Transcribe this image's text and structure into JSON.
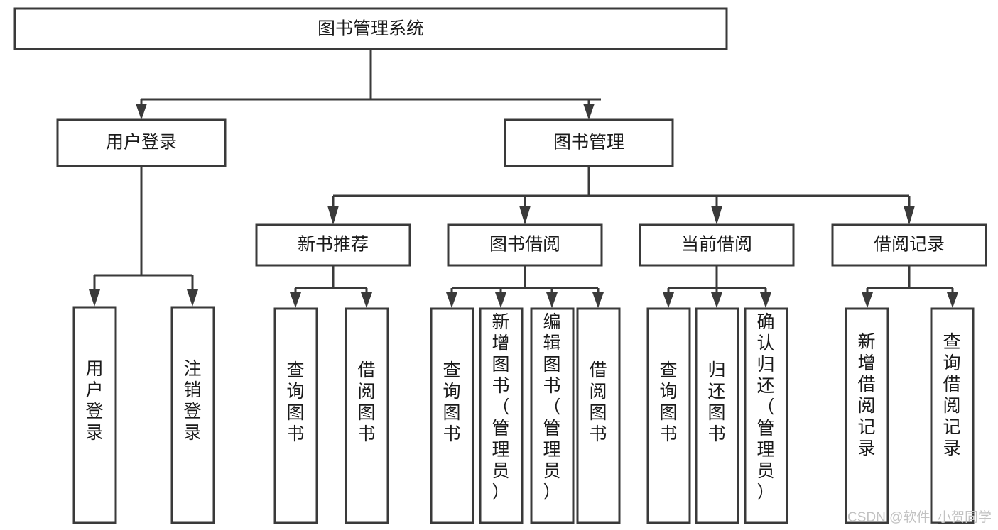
{
  "diagram": {
    "type": "tree-hierarchy",
    "title": "图书管理系统",
    "levels": {
      "root": {
        "label": "图书管理系统"
      },
      "level2": [
        {
          "id": "user-login",
          "label": "用户登录"
        },
        {
          "id": "book-management",
          "label": "图书管理"
        }
      ],
      "level3": [
        {
          "id": "new-book-recommend",
          "label": "新书推荐",
          "parent": "book-management"
        },
        {
          "id": "book-borrow",
          "label": "图书借阅",
          "parent": "book-management"
        },
        {
          "id": "current-borrow",
          "label": "当前借阅",
          "parent": "book-management"
        },
        {
          "id": "borrow-record",
          "label": "借阅记录",
          "parent": "book-management"
        }
      ],
      "leaves": [
        {
          "id": "leaf-user-login",
          "label": "用户登录",
          "parent": "user-login"
        },
        {
          "id": "leaf-logout",
          "label": "注销登录",
          "parent": "user-login"
        },
        {
          "id": "leaf-query-book-1",
          "label": "查询图书",
          "parent": "new-book-recommend"
        },
        {
          "id": "leaf-borrow-book-1",
          "label": "借阅图书",
          "parent": "new-book-recommend"
        },
        {
          "id": "leaf-query-book-2",
          "label": "查询图书",
          "parent": "book-borrow"
        },
        {
          "id": "leaf-add-book",
          "label": "新增图书（管理员）",
          "parent": "book-borrow"
        },
        {
          "id": "leaf-edit-book",
          "label": "编辑图书（管理员）",
          "parent": "book-borrow"
        },
        {
          "id": "leaf-borrow-book-2",
          "label": "借阅图书",
          "parent": "book-borrow"
        },
        {
          "id": "leaf-query-book-3",
          "label": "查询图书",
          "parent": "current-borrow"
        },
        {
          "id": "leaf-return-book",
          "label": "归还图书",
          "parent": "current-borrow"
        },
        {
          "id": "leaf-confirm-return",
          "label": "确认归还（管理员）",
          "parent": "current-borrow"
        },
        {
          "id": "leaf-add-record",
          "label": "新增借阅记录",
          "parent": "borrow-record"
        },
        {
          "id": "leaf-query-record",
          "label": "查询借阅记录",
          "parent": "borrow-record"
        }
      ]
    },
    "colors": {
      "stroke": "#3a3a3a",
      "fill": "#ffffff",
      "text": "#1a1a1a",
      "watermark": "#c2c2c2"
    }
  },
  "watermark": {
    "text": "CSDN @软件_小贺同学"
  }
}
